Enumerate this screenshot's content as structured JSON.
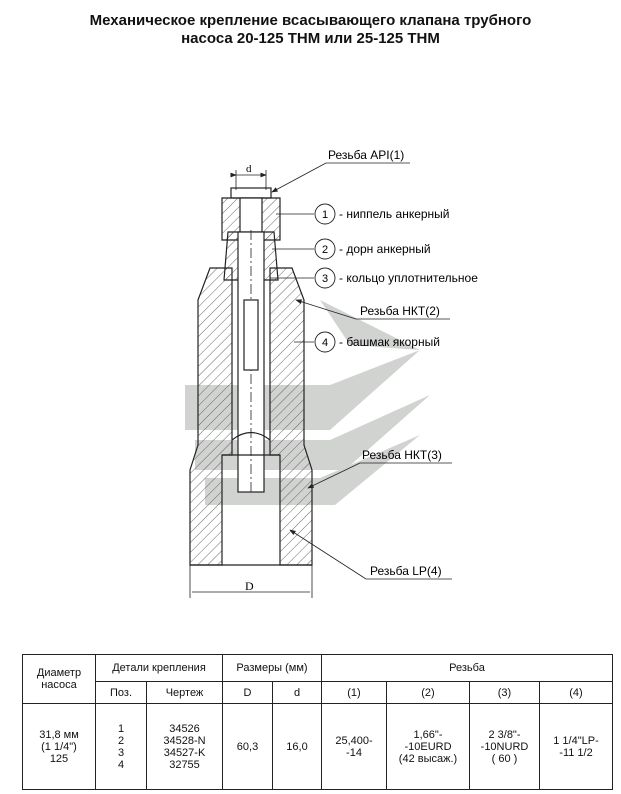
{
  "title": {
    "line1": "Механическое крепление всасывающего клапана  трубного",
    "line2": "насоса 20-125 ТНМ или 25-125 ТНМ"
  },
  "drawing": {
    "dim_d": "d",
    "dim_D": "D",
    "callouts": [
      {
        "num": "1",
        "text": "- ниппель анкерный"
      },
      {
        "num": "2",
        "text": "- дорн анкерный"
      },
      {
        "num": "3",
        "text": "- кольцо уплотнительное"
      },
      {
        "num": "4",
        "text": "- башмак якорный"
      }
    ],
    "threads": {
      "api": "Резьба API(1)",
      "nkt2": "Резьба НКТ(2)",
      "nkt3": "Резьба НКТ(3)",
      "lp4": "Резьба LP(4)"
    },
    "colors": {
      "line": "#222222",
      "logo": "#c9ccca"
    }
  },
  "table": {
    "h_diameter": "Диаметр насоса",
    "h_parts": "Детали крепления",
    "h_sizes": "Размеры (мм)",
    "h_thread": "Резьба",
    "h_pos": "Поз.",
    "h_drawing": "Чертеж",
    "h_D": "D",
    "h_d": "d",
    "h_t1": "(1)",
    "h_t2": "(2)",
    "h_t3": "(3)",
    "h_t4": "(4)",
    "row": {
      "diameter": [
        "31,8 мм",
        "(1 1/4\")",
        "125"
      ],
      "positions": [
        "1",
        "2",
        "3",
        "4"
      ],
      "drawings": [
        "34526",
        "34528-N",
        "34527-K",
        "32755"
      ],
      "D": "60,3",
      "d": "16,0",
      "t1": [
        "25,400-",
        "-14"
      ],
      "t2": [
        "1,66\"-",
        "-10EURD",
        "(42 высаж.)"
      ],
      "t3": [
        "2 3/8\"-",
        "-10NURD",
        "( 60 )"
      ],
      "t4": [
        "1 1/4\"LP-",
        "-11 1/2"
      ]
    }
  }
}
